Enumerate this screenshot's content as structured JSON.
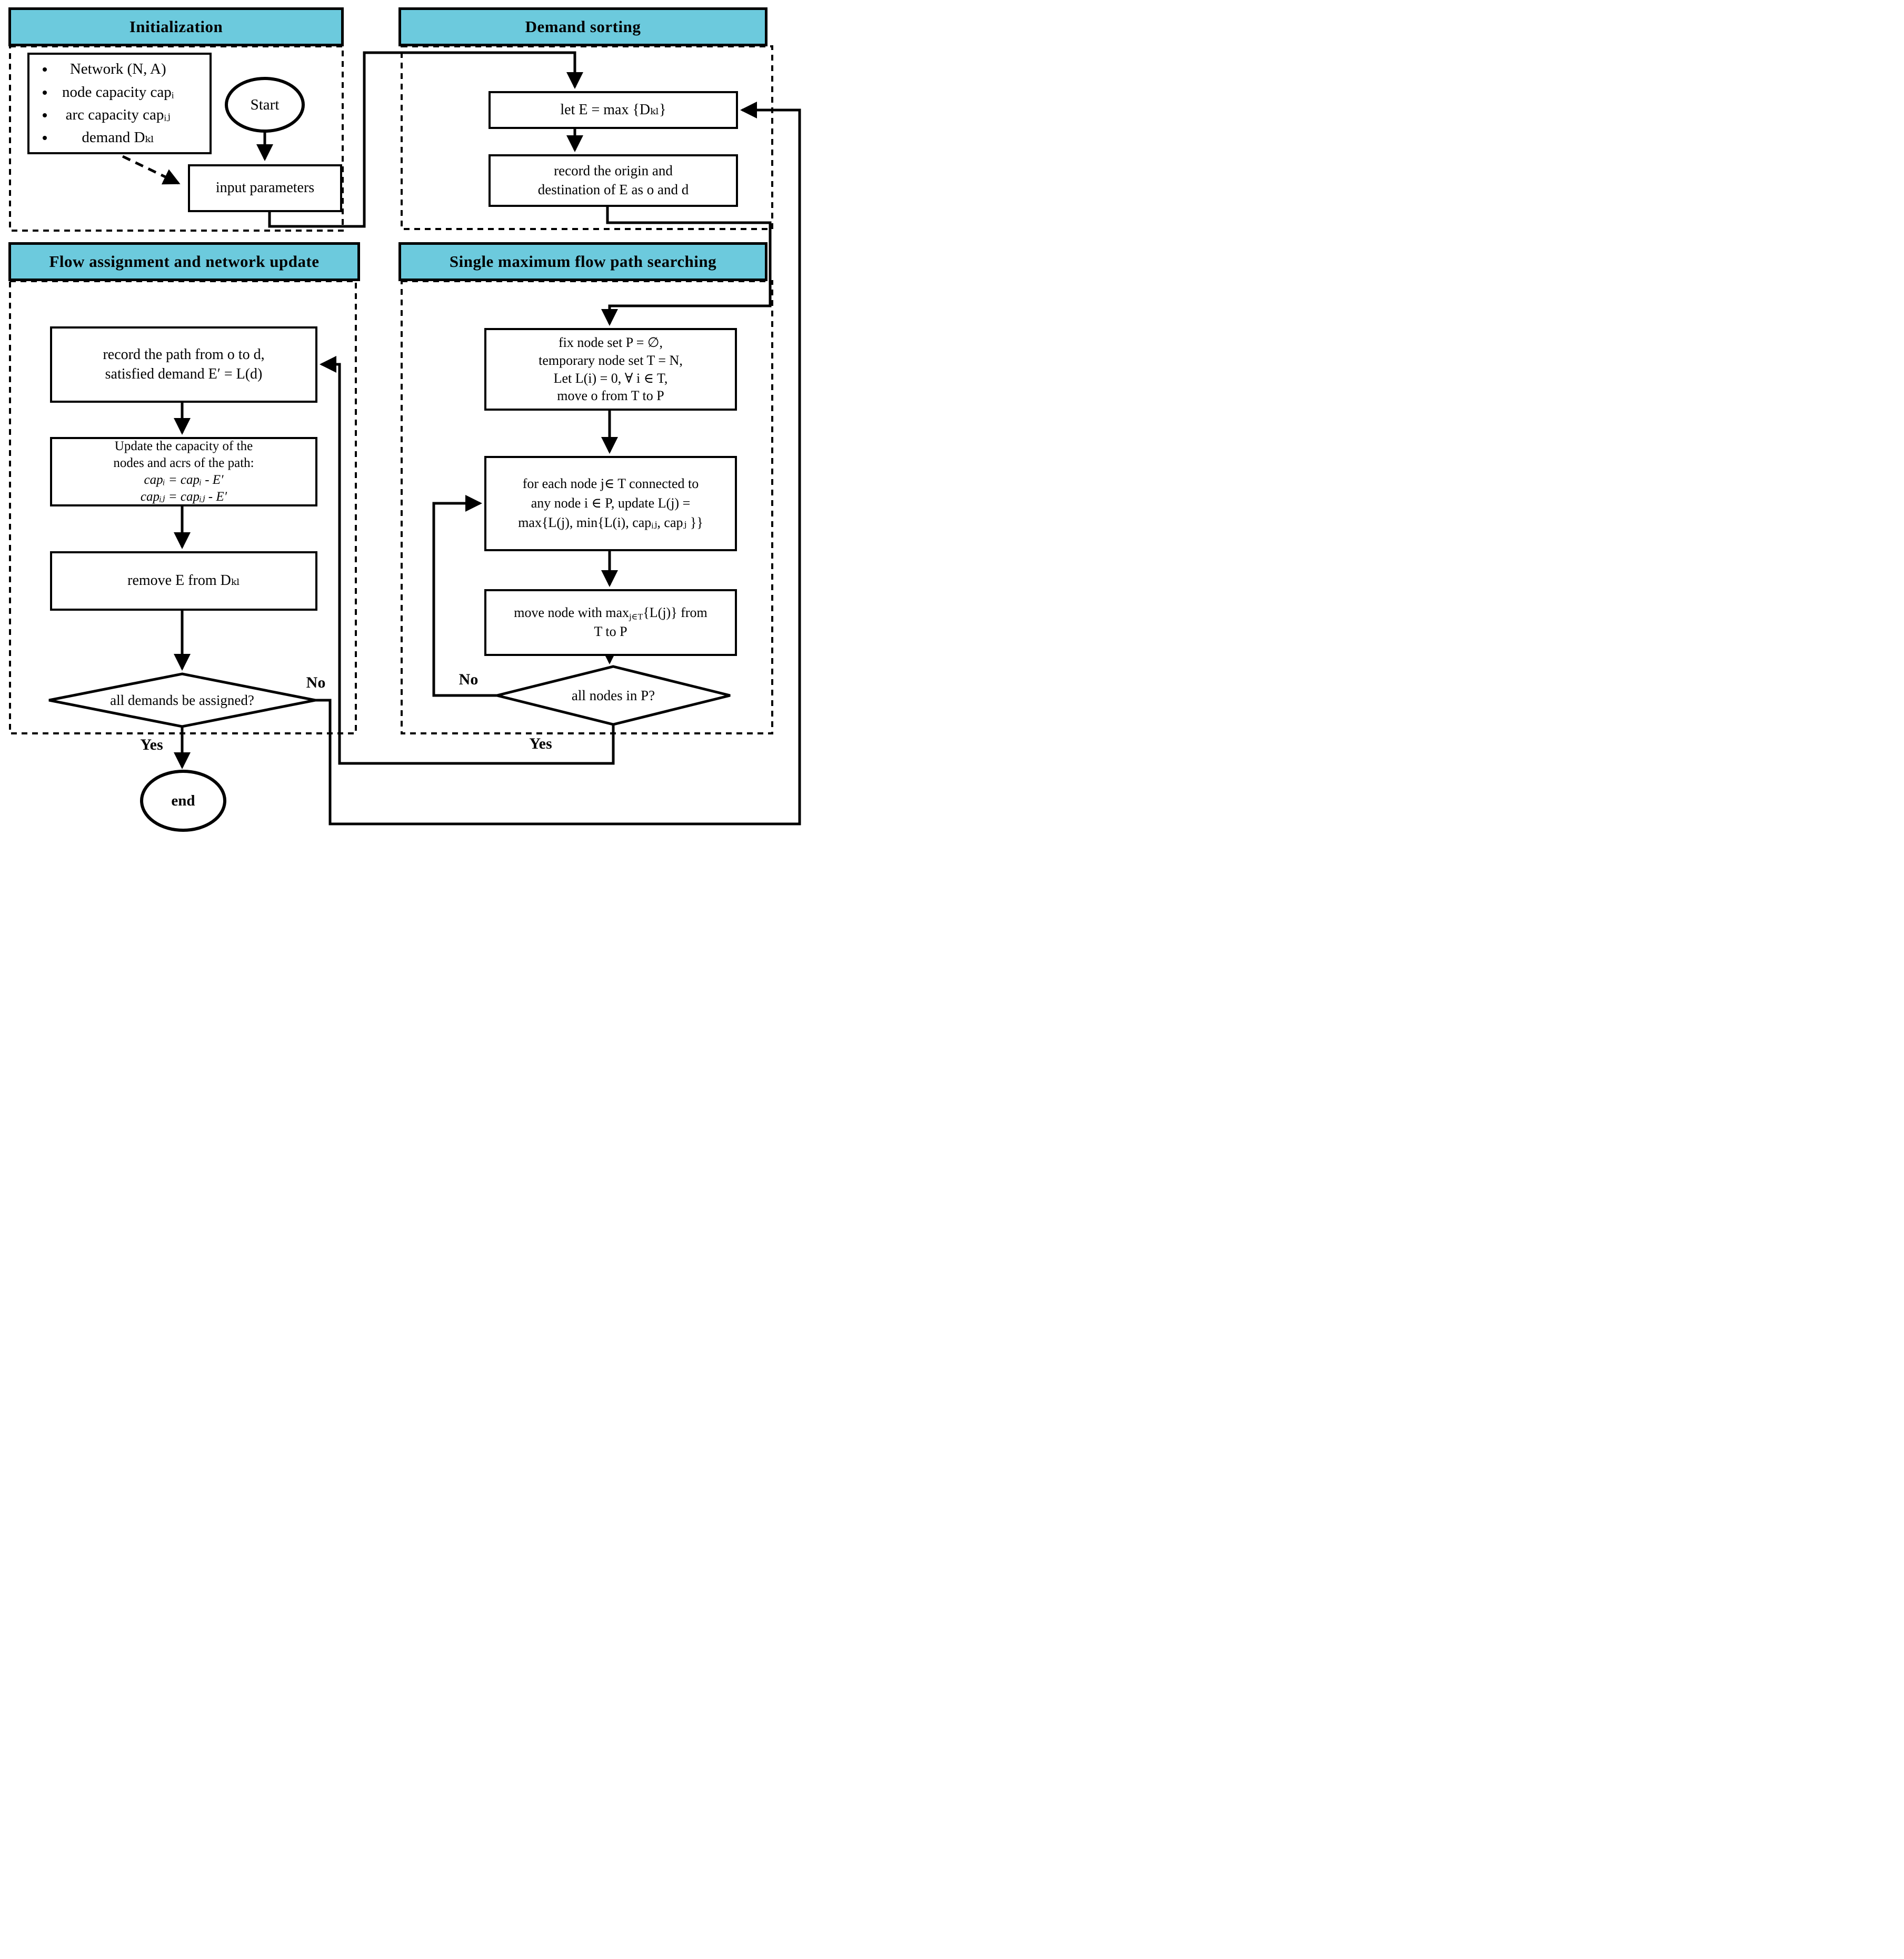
{
  "figure": {
    "type": "flowchart",
    "description": "Maximum flow path assignment algorithm flowchart with four phases"
  },
  "colors": {
    "header_fill": "#6ccadd",
    "line_color": "#000000",
    "box_fill": "#ffffff"
  },
  "labels": {
    "yes": "Yes",
    "no": "No"
  },
  "sections": {
    "initialization": {
      "title": "Initialization",
      "parameters_list": [
        "Network (N, A)",
        "node capacity capᵢ",
        "arc capacity capᵢⱼ",
        "demand Dₖₗ"
      ],
      "start_label": "Start",
      "input_parameters_label": "input parameters"
    },
    "demand_sorting": {
      "title": "Demand sorting",
      "let_e_box": "let E = max {Dₖₗ}",
      "record_od_box": [
        "record the origin and",
        "destination of E as o and d"
      ]
    },
    "flow_assignment": {
      "title": "Flow assignment and network update",
      "record_path_box": [
        "record  the path from o to d,",
        "satisfied demand E′ = L(d)"
      ],
      "update_capacity_box": [
        "Update the capacity of the",
        "nodes and acrs of the path:",
        "capᵢ = capᵢ - E′",
        "capᵢⱼ = capᵢⱼ - E′"
      ],
      "remove_box": "remove E from Dₖₗ",
      "decision": "all demands be assigned?",
      "end_label": "end"
    },
    "path_searching": {
      "title": "Single maximum flow path searching",
      "fix_box": [
        "fix node set P = ∅,",
        "temporary node set T = N,",
        "Let L(i) = 0, ∀ i ∈ T,",
        "move o from T to P"
      ],
      "update_l_box": [
        "for each node j∈ T connected to",
        "any node i ∈ P, update L(j) =",
        "max{L(j), min{L(i), capᵢⱼ, capⱼ }}"
      ],
      "move_node_box": {
        "pre": "move node with max",
        "sub": "j∈T",
        "post": "{L(j)} from",
        "line2": "T to P"
      },
      "decision": "all nodes in P?"
    }
  }
}
